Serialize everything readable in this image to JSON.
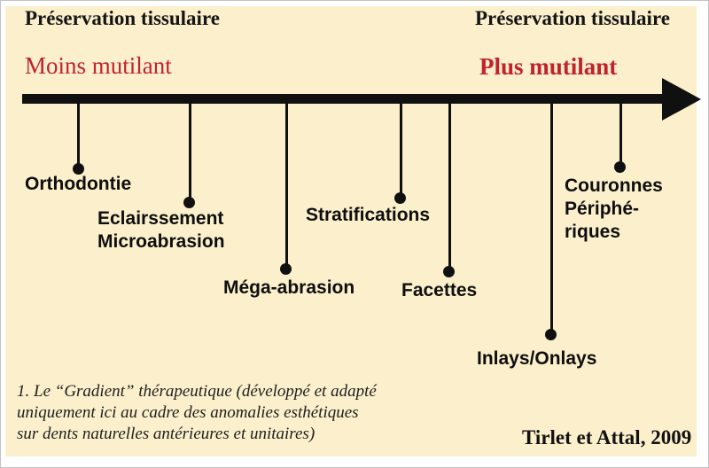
{
  "figure": {
    "header": {
      "preservation_left": "Préservation tissulaire",
      "preservation_right": "Préservation tissulaire",
      "less_mutilating": "Moins mutilant",
      "more_mutilating": "Plus mutilant"
    },
    "timeline": {
      "description": "Gradient thérapeutique : axe fléché du moins mutilant au plus mutilant",
      "items": [
        {
          "label": "Orthodontie"
        },
        {
          "label": "Eclairssement\nMicroabrasion"
        },
        {
          "label": "Méga-abrasion"
        },
        {
          "label": "Stratifications"
        },
        {
          "label": "Facettes"
        },
        {
          "label": "Inlays/Onlays"
        },
        {
          "label": "Couronnes\nPériphé-\nriques"
        }
      ]
    },
    "caption": "1. Le “Gradient” thérapeutique (développé et adapté\nuniquement ici au cadre des anomalies esthétiques\nsur dents naturelles antérieures et unitaires)",
    "credit": "Tirlet et Attal, 2009",
    "colors": {
      "background": "#fcf0cc",
      "accent_red": "#c1222c",
      "line_black": "#101010"
    }
  }
}
